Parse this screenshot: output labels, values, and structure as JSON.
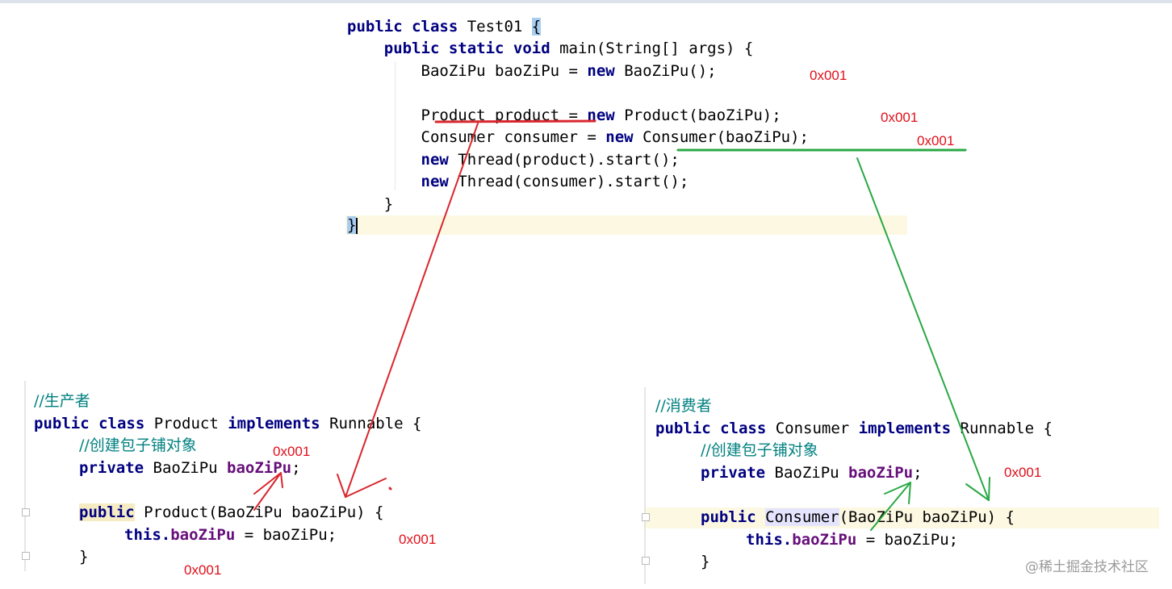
{
  "main_code": {
    "lines": [
      {
        "kw": "public class ",
        "rest": "Test01 ",
        "brace": "{"
      },
      {
        "indent": "    ",
        "kw": "public static void ",
        "rest": "main(String[] args) {"
      },
      {
        "indent": "        ",
        "rest": "BaoZiPu baoZiPu = ",
        "kw": "new ",
        "rest2": "BaoZiPu();"
      },
      {
        "indent": "        ",
        "rest": "Product product = ",
        "kw": "new ",
        "rest2": "Product(baoZiPu);"
      },
      {
        "indent": "        ",
        "rest": "Consumer consumer = ",
        "kw": "new ",
        "rest2": "Consumer(baoZiPu);"
      },
      {
        "indent": "        ",
        "kw": "new ",
        "rest2": "Thread(product).start();"
      },
      {
        "indent": "        ",
        "kw": "new ",
        "rest2": "Thread(consumer).start();"
      },
      {
        "indent": "    ",
        "rest": "}"
      },
      {
        "brace": "}"
      }
    ]
  },
  "product_code": {
    "comment1": "//生产者",
    "decl_kw1": "public class ",
    "decl_name": "Product ",
    "decl_kw2": "implements ",
    "decl_rest": "Runnable {",
    "comment2": "//创建包子铺对象",
    "field_kw": "private ",
    "field_type": "BaoZiPu ",
    "field_name": "baoZiPu",
    "field_end": ";",
    "ctor_kw": "public",
    "ctor_rest": " Product(BaoZiPu baoZiPu) {",
    "assign_kw": "this.",
    "assign_field": "baoZiPu",
    "assign_rest": " = baoZiPu;",
    "close": "}"
  },
  "consumer_code": {
    "comment1": "//消费者",
    "decl_kw1": "public class ",
    "decl_name": "Consumer ",
    "decl_kw2": "implements ",
    "decl_rest": "Runnable {",
    "comment2": "//创建包子铺对象",
    "field_kw": "private ",
    "field_type": "BaoZiPu ",
    "field_name": "baoZiPu",
    "field_end": ";",
    "ctor_kw": "public",
    "ctor_name": "Consumer",
    "ctor_rest": "(BaoZiPu baoZiPu)",
    "ctor_end": " {",
    "assign_kw": "this.",
    "assign_field": "baoZiPu",
    "assign_rest": " = baoZiPu;",
    "close": "}"
  },
  "annotations": {
    "a1": "0x001",
    "a2": "0x001",
    "a3": "0x001",
    "a4": "0x001",
    "a5": "0x001",
    "a6": "0x001",
    "a7": "0x001"
  },
  "watermark": "@稀土掘金技术社区",
  "colors": {
    "keyword": "#000080",
    "field": "#660e7a",
    "comment": "#008080",
    "annotation_red": "#e0101a",
    "arrow_red": "#d9262e",
    "arrow_green": "#2aa844"
  }
}
